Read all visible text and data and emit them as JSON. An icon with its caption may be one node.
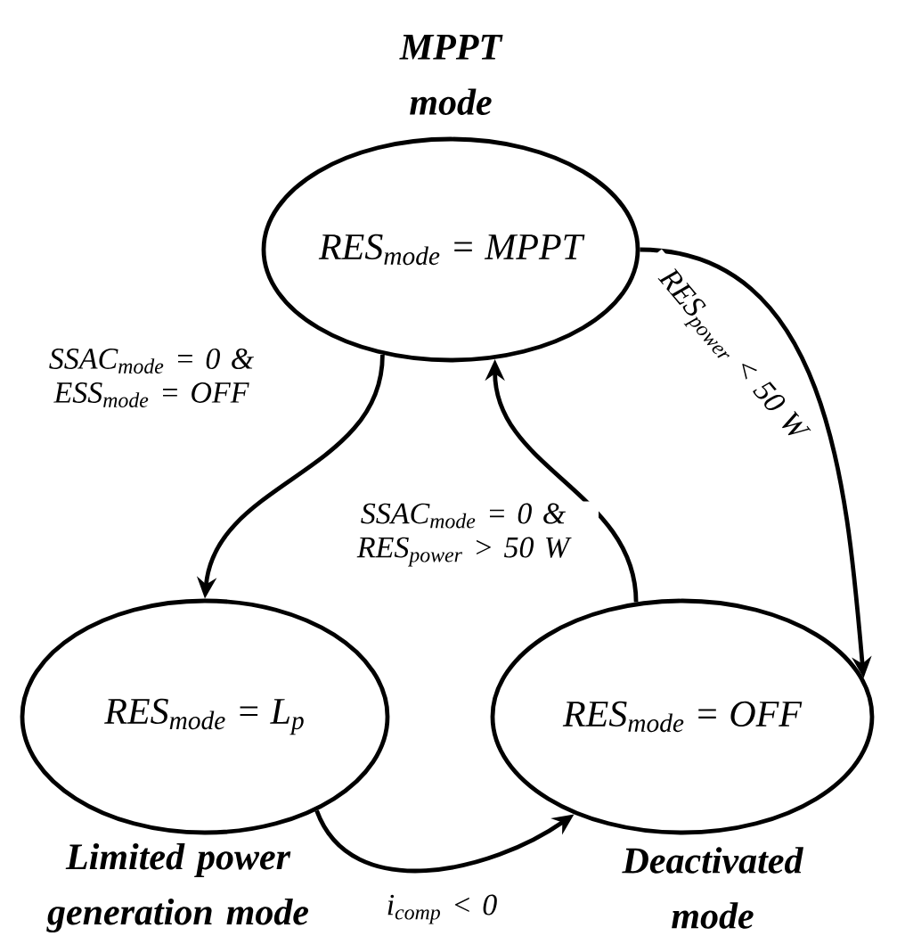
{
  "diagram": {
    "nodes": [
      {
        "text": [
          "MPPT mode",
          "RES$_{mode}$ = MPPT"
        ]
      },
      {
        "text": [
          "RES$_{mode}$ = L$_{p}$",
          "Limited power generation mode"
        ]
      },
      {
        "text": [
          "RES$_{mode}$ = OFF",
          "Deactivated mode"
        ]
      }
    ],
    "edges": [
      {
        "from": 0,
        "to": 1,
        "arrow": "to",
        "label": "SSAC$_{mode}$ = 0 & ESS$_{mode}$ = OFF"
      },
      {
        "from": 0,
        "to": 2,
        "arrow": "to",
        "label": "RES$_{power}$ < 50 W"
      },
      {
        "from": 2,
        "to": 0,
        "arrow": "to",
        "label": "SSAC$_{mode}$ = 0 & RES$_{power}$ > 50 W"
      },
      {
        "from": 1,
        "to": 2,
        "arrow": "to",
        "label": "i$_{comp}$ < 0"
      }
    ]
  }
}
